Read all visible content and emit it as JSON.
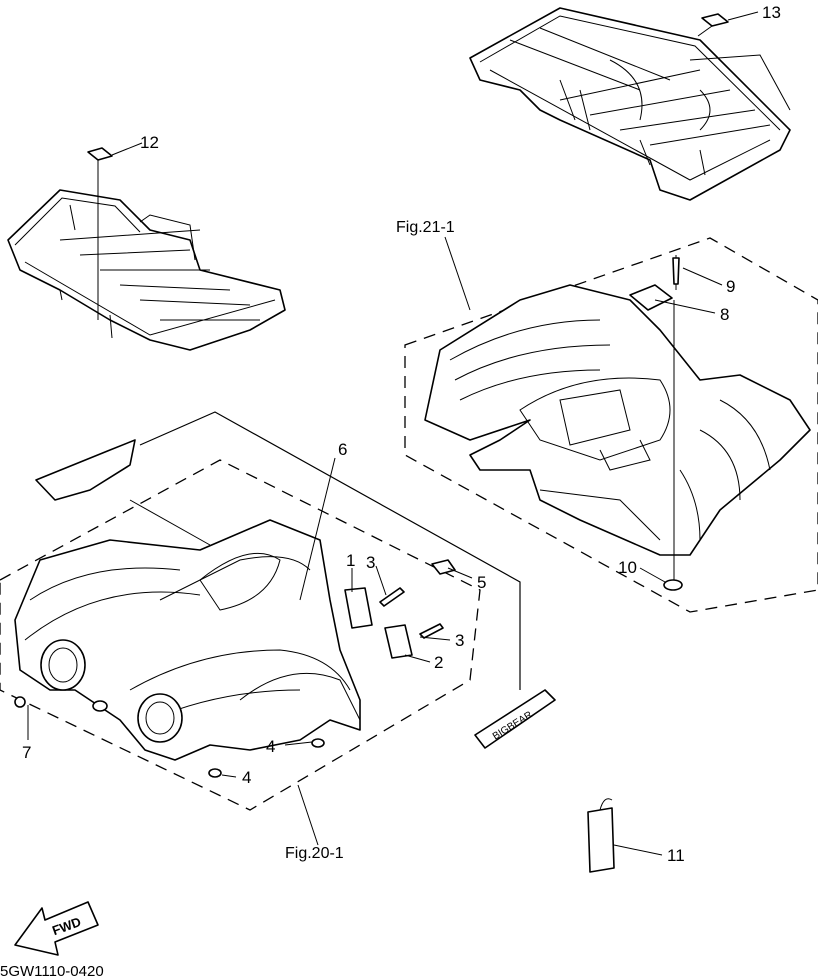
{
  "callouts": {
    "c1": "1",
    "c2": "2",
    "c3a": "3",
    "c3b": "3",
    "c4a": "4",
    "c4b": "4",
    "c5": "5",
    "c6": "6",
    "c7": "7",
    "c8": "8",
    "c9": "9",
    "c10": "10",
    "c11": "11",
    "c12": "12",
    "c13": "13"
  },
  "figures": {
    "fig21": "Fig.21-1",
    "fig20": "Fig.20-1"
  },
  "fwd_arrow_text": "FWD",
  "diagram_code": "5GW1110-0420",
  "emblem_text": "BIGBEAR"
}
